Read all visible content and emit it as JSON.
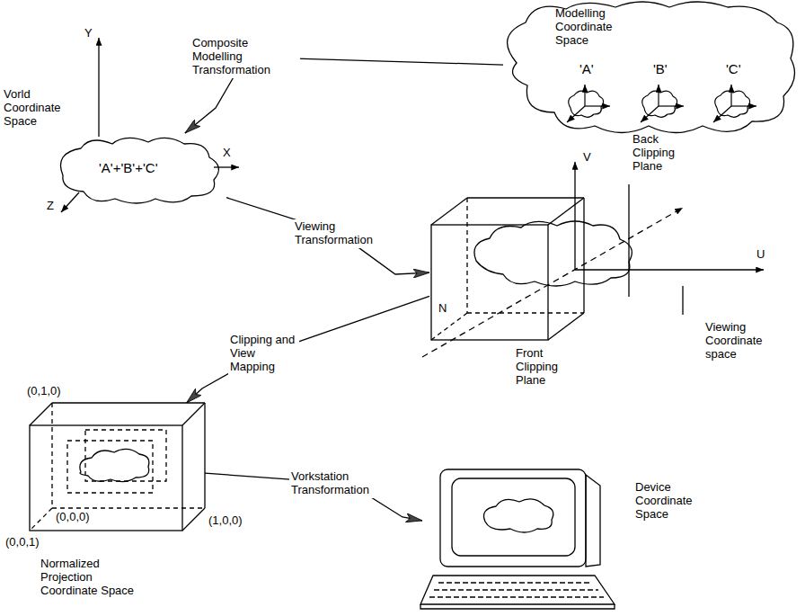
{
  "diagram": {
    "nodes": [
      {
        "text": [
          "Modelling Coordinate Space",
          "'A'",
          "'B'",
          "'C'"
        ]
      },
      {
        "text": [
          "Vorld Coordinate Space",
          "'A'+'B'+'C'"
        ]
      },
      {
        "text": [
          "Viewing Coordinate space"
        ]
      },
      {
        "text": [
          "Normalized Projection Coordinate Space"
        ]
      },
      {
        "text": [
          "Device Coordinate Space"
        ]
      }
    ],
    "edges": [
      {
        "from": 0,
        "to": 1,
        "arrow": "to",
        "label": "Composite Modelling Transformation"
      },
      {
        "from": 1,
        "to": 2,
        "arrow": "to",
        "label": "Viewing Transformation"
      },
      {
        "from": 2,
        "to": 3,
        "arrow": "to",
        "label": "Clipping and View Mapping"
      },
      {
        "from": 3,
        "to": 4,
        "arrow": "to",
        "label": "Vorkstation Transformation"
      }
    ],
    "labels": [
      "Y",
      "X",
      "Z",
      "Back Clipping Plane",
      "V",
      "U",
      "N",
      "Front Clipping Plane",
      "(0,1,0)",
      "(0,0,0)",
      "(1,0,0)",
      "(0,0,1)"
    ]
  }
}
